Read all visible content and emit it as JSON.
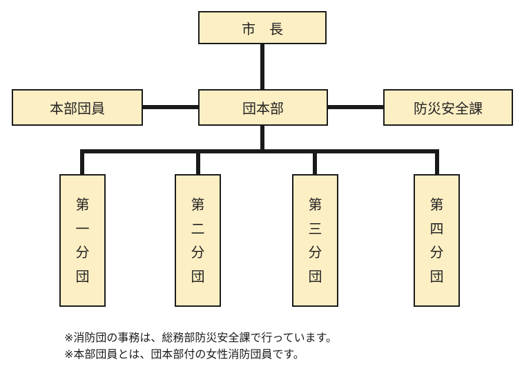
{
  "org_chart": {
    "mayor": "市　長",
    "hq": "団本部",
    "hq_members": "本部団員",
    "disaster_section": "防災安全課",
    "divisions": [
      {
        "chars": [
          "第",
          "一",
          "分",
          "団"
        ]
      },
      {
        "chars": [
          "第",
          "二",
          "分",
          "団"
        ]
      },
      {
        "chars": [
          "第",
          "三",
          "分",
          "団"
        ]
      },
      {
        "chars": [
          "第",
          "四",
          "分",
          "団"
        ]
      }
    ]
  },
  "notes": [
    "※消防団の事務は、総務部防災安全課で行っています。",
    "※本部団員とは、団本部付の女性消防団員です。"
  ]
}
